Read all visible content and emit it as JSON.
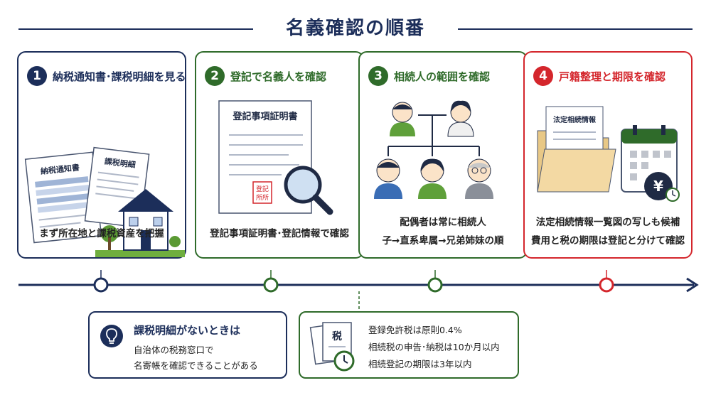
{
  "title": "名義確認の順番",
  "steps": [
    {
      "number": "1",
      "label": "納税通知書･課税明細を見る",
      "doc1": "納税通知書",
      "doc2": "課税明細",
      "caption": [
        "まず所在地と課税資産を把握"
      ]
    },
    {
      "number": "2",
      "label": "登記で名義人を確認",
      "doc": "登記事項証明書",
      "stamp": [
        "登記",
        "所所"
      ],
      "caption": [
        "登記事項証明書･登記情報で確認"
      ]
    },
    {
      "number": "3",
      "label": "相続人の範囲を確認",
      "caption": [
        "配偶者は常に相続人",
        "子→直系卑属→兄弟姉妹の順"
      ]
    },
    {
      "number": "4",
      "label": "戸籍整理と期限を確認",
      "doc": "法定相続情報",
      "yen": "¥",
      "caption": [
        "法定相続情報一覧図の写しも候補",
        "費用と税の期限は登記と分けて確認"
      ]
    }
  ],
  "notes": {
    "tip": {
      "title": "課税明細がないときは",
      "lines": [
        "自治体の税務窓口で",
        "名寄帳を確認できることがある"
      ]
    },
    "tax": {
      "icon_label": "税",
      "lines": [
        "登録免許税は原則0.4%",
        "相続税の申告･納税は10か月以内",
        "相続登記の期限は3年以内"
      ]
    }
  },
  "colors": {
    "navy": "#1c2e5a",
    "green": "#2f6b2a",
    "red": "#d4262c",
    "grass": "#6fae3e",
    "folder": "#f3d9a3"
  }
}
